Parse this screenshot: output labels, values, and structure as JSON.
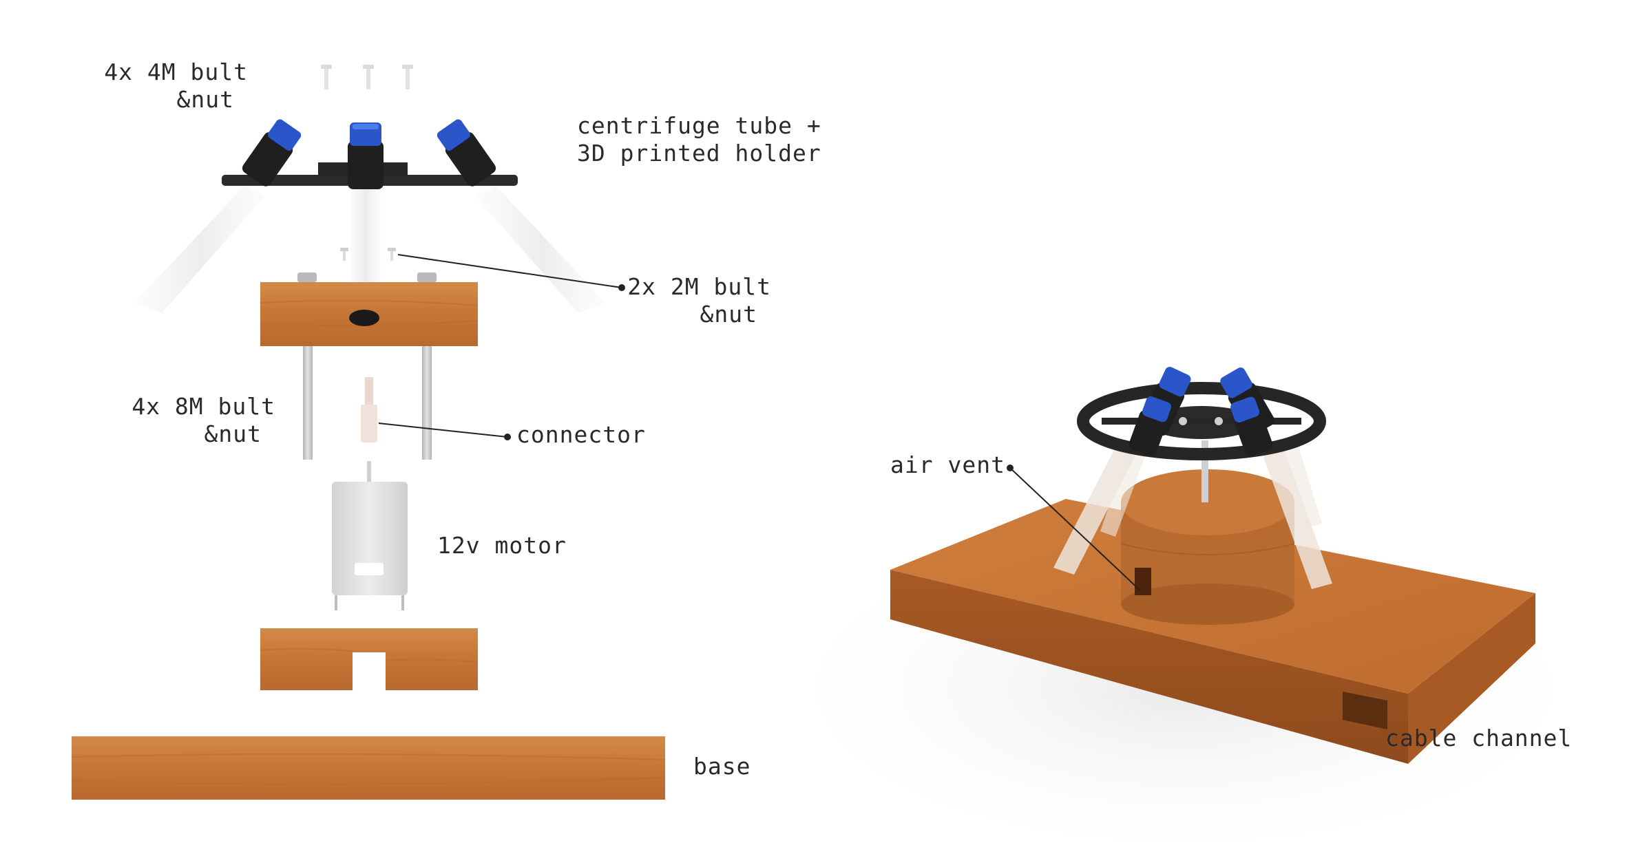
{
  "labels": {
    "bolts_4m": {
      "line1": "4x 4M bult",
      "line2": "&nut"
    },
    "tube_holder": {
      "line1": "centrifuge tube +",
      "line2": "3D printed holder"
    },
    "bolts_2m": {
      "line1": "2x 2M bult",
      "line2": "&nut"
    },
    "bolts_8m": {
      "line1": "4x 8M bult",
      "line2": "&nut"
    },
    "connector": "connector",
    "motor": "12v motor",
    "base": "base",
    "air_vent": "air vent",
    "cable_channel": "cable channel"
  },
  "colors": {
    "wood": "#c77a3a",
    "wood_dark": "#a35a25",
    "holder": "#2b2b2b",
    "cap_blue": "#2a56c9",
    "metal": "#c9c9c9",
    "leader": "#222222"
  }
}
